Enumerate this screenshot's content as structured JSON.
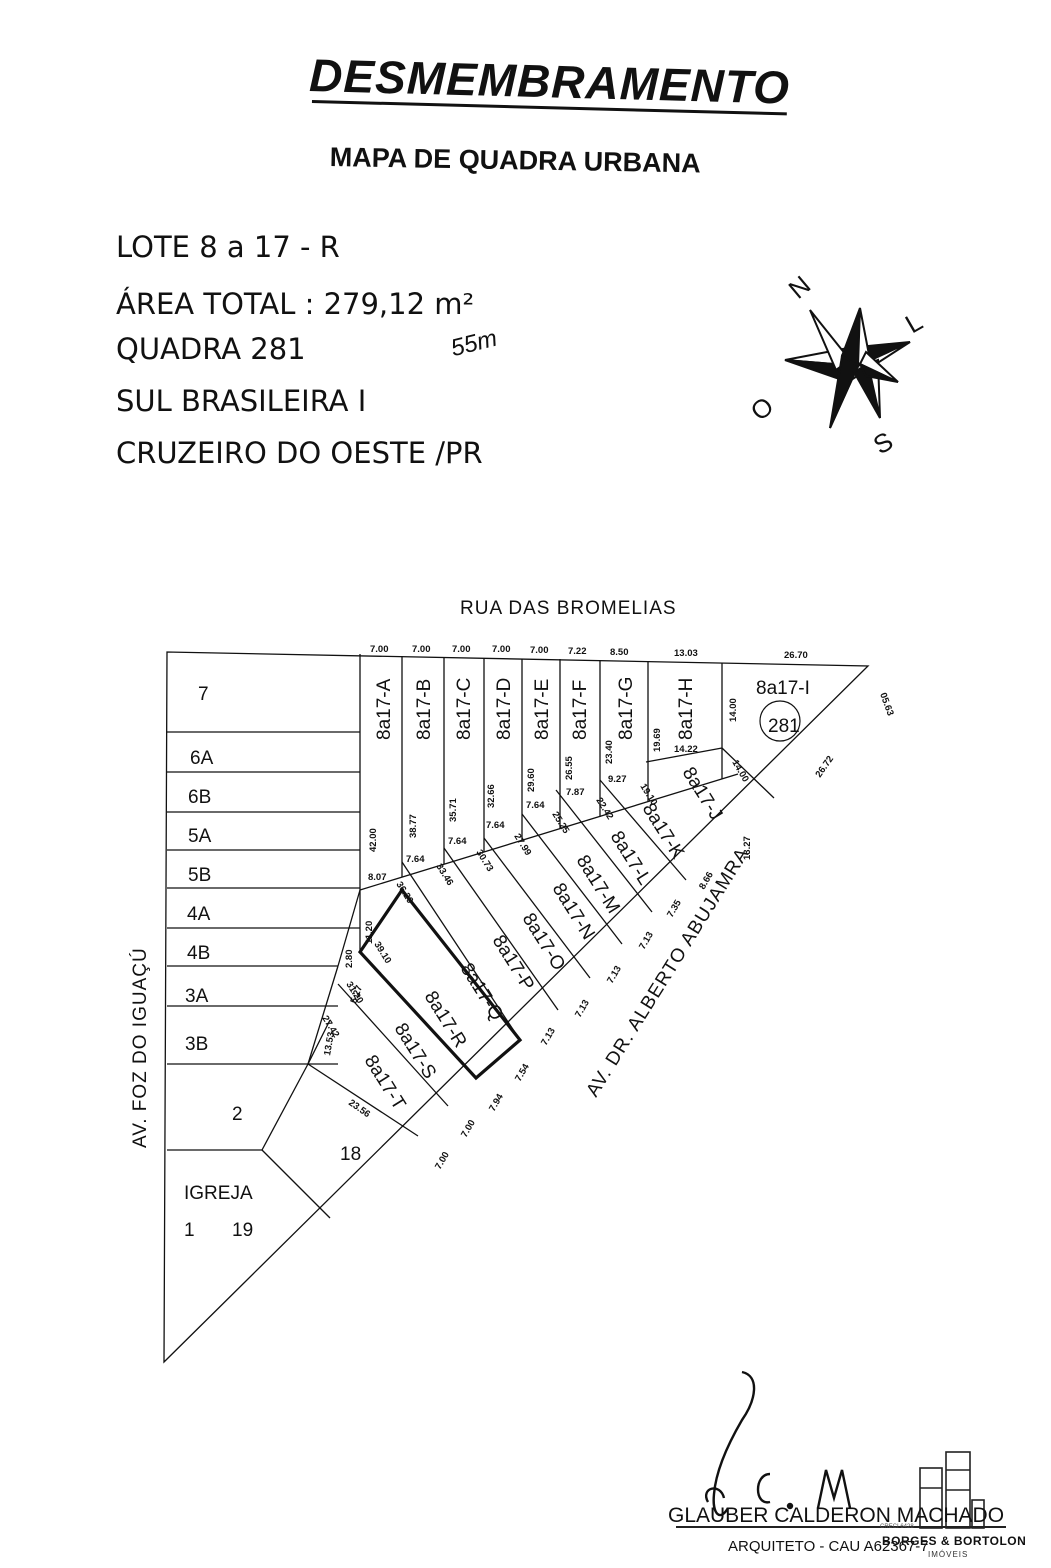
{
  "header": {
    "title": "DESMEMBRAMENTO",
    "subtitle": "MAPA DE QUADRA URBANA"
  },
  "info": {
    "lote": "LOTE  8  a 17 - R",
    "area": "ÁREA TOTAL :  279,12 m²",
    "quadra": "QUADRA 281",
    "bairro": "SUL BRASILEIRA I",
    "cidade": "CRUZEIRO DO OESTE /PR",
    "handwritten_note": "55m"
  },
  "compass": {
    "n": "N",
    "l": "L",
    "o": "O",
    "s": "S"
  },
  "streets": {
    "north": "RUA DAS BROMELIAS",
    "west": "AV. FOZ DO IGUAÇÚ",
    "southeast": "AV. DR. ALBERTO ABUJAMRA"
  },
  "block_number": "281",
  "lots": {
    "l7": "7",
    "l6a": "6A",
    "l6b": "6B",
    "l5a": "5A",
    "l5b": "5B",
    "l4a": "4A",
    "l4b": "4B",
    "l3a": "3A",
    "l3b": "3B",
    "l2": "2",
    "l18": "18",
    "igreja": "IGREJA",
    "l1": "1",
    "l19": "19",
    "a": "8a17-A",
    "b": "8a17-B",
    "c": "8a17-C",
    "d": "8a17-D",
    "e": "8a17-E",
    "f": "8a17-F",
    "g": "8a17-G",
    "h": "8a17-H",
    "i": "8a17-I",
    "j": "8a17-J",
    "k": "8a17-K",
    "lL": "8a17-L",
    "m": "8a17-M",
    "n": "8a17-N",
    "o": "8a17-O",
    "p": "8a17-P",
    "q": "8a17-Q",
    "r": "8a17-R",
    "s": "8a17-S",
    "t": "8a17-T"
  },
  "dims": {
    "top": [
      "7.00",
      "7.00",
      "7.00",
      "7.00",
      "7.00",
      "7.22",
      "8.50",
      "13.03",
      "26.70"
    ],
    "d0563": "05.63",
    "d1400a": "14.00",
    "d1400b": "14.00",
    "d2672": "26.72",
    "d1327": "13.27",
    "d4200": "42.00",
    "d3877": "38.77",
    "d3571": "35.71",
    "d3266": "32.66",
    "d2960": "29.60",
    "d2655": "26.55",
    "d2340": "23.40",
    "d1969": "19.69",
    "d1422": "14.22",
    "d927": "9.27",
    "d787": "7.87",
    "d764a": "7.64",
    "d764b": "7.64",
    "d764c": "7.64",
    "d764d": "7.64",
    "d807": "8.07",
    "d1910": "19.10",
    "d2242": "22.42",
    "d2525": "25.25",
    "d2799": "27.99",
    "d3073": "30.73",
    "d3346": "33.46",
    "d3620": "36.20",
    "d3910": "39.10",
    "d3120": "31.20",
    "d2742": "27.42",
    "d2356": "23.56",
    "d1120": "11.20",
    "d280": "2.80",
    "d527": "5.27",
    "d1353": "13.53",
    "d866": "8.66",
    "d735": "7.35",
    "d713a": "7.13",
    "d713b": "7.13",
    "d713c": "7.13",
    "d713d": "7.13",
    "d754": "7.54",
    "d794": "7.94",
    "d700a": "7.00",
    "d700b": "7.00"
  },
  "signature": {
    "name": "GLAUBER CALDERON MACHADO",
    "role": "ARQUITETO - CAU  A62367-7",
    "logo_name": "BORGES & BORTOLON",
    "logo_sub": "IMÓVEIS",
    "logo_creci": "CRECI 6428"
  }
}
